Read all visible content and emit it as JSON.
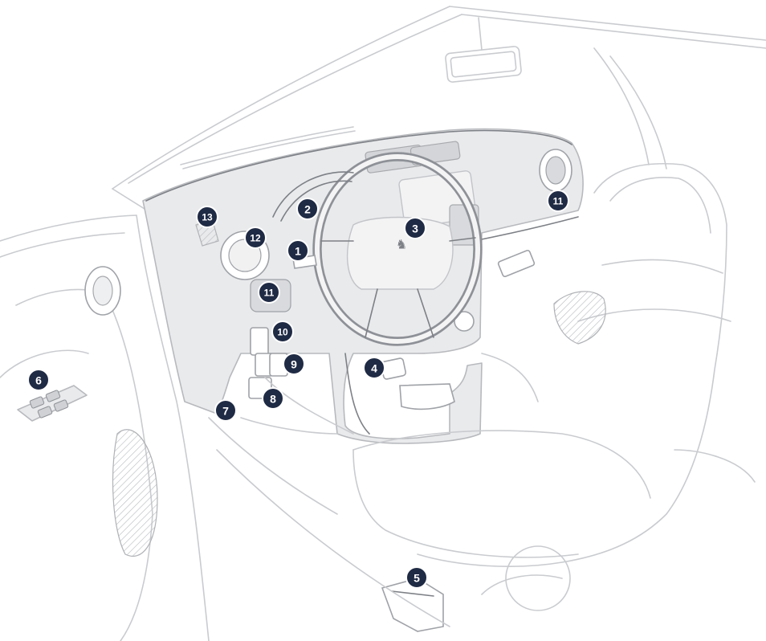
{
  "callouts": [
    {
      "id": "1"
    },
    {
      "id": "2"
    },
    {
      "id": "3"
    },
    {
      "id": "4"
    },
    {
      "id": "5"
    },
    {
      "id": "6"
    },
    {
      "id": "7"
    },
    {
      "id": "8"
    },
    {
      "id": "9"
    },
    {
      "id": "10"
    },
    {
      "id": "11"
    },
    {
      "id": "11"
    },
    {
      "id": "12"
    },
    {
      "id": "13"
    }
  ],
  "colors": {
    "callout_fill": "#1f2a44",
    "callout_text": "#ffffff",
    "outline": "#c9cbcf",
    "panel": "#e9eaec"
  }
}
